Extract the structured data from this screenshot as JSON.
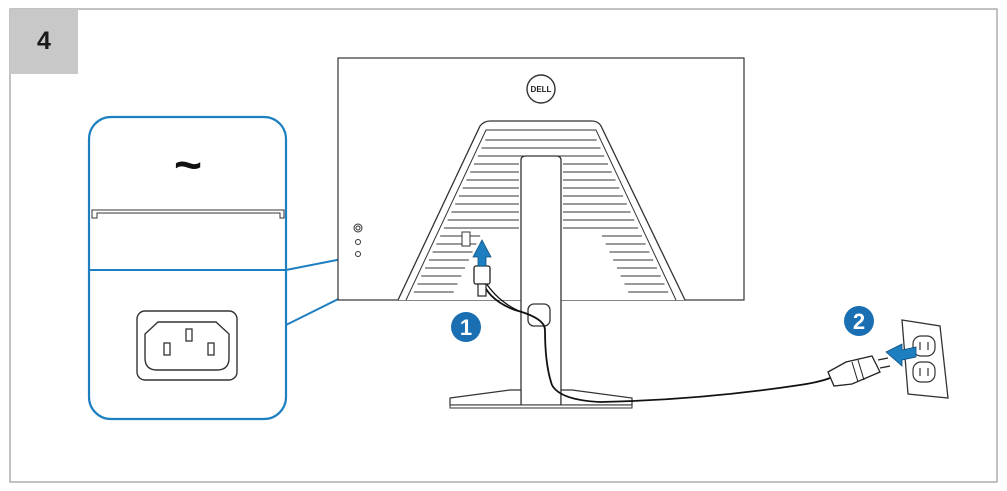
{
  "step": {
    "number": "4"
  },
  "callouts": [
    {
      "number": "1"
    },
    {
      "number": "2"
    }
  ],
  "monitor": {
    "logo_text": "DELL"
  },
  "inset": {
    "ac_symbol": "~"
  },
  "colors": {
    "accent_blue": "#1e7fc0",
    "badge_gray": "#c8c8c8",
    "line_dark": "#333333",
    "callout_blue": "#1a6fb3"
  },
  "icons": [
    "ac-power-symbol-icon",
    "iec-c14-inlet-icon",
    "upload-arrow-icon",
    "wall-outlet-icon",
    "power-plug-icon"
  ]
}
